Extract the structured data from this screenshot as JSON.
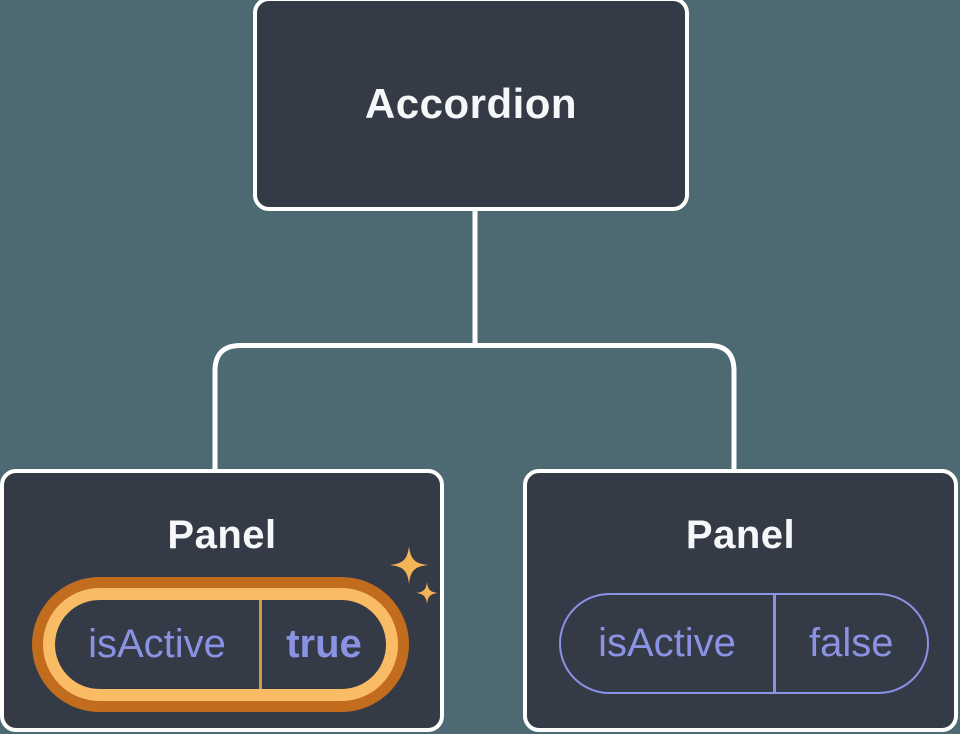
{
  "diagram": {
    "root": {
      "label": "Accordion"
    },
    "children": [
      {
        "title": "Panel",
        "state": {
          "name": "isActive",
          "value": "true"
        },
        "highlighted": true,
        "icon": "sparkle-icon"
      },
      {
        "title": "Panel",
        "state": {
          "name": "isActive",
          "value": "false"
        },
        "highlighted": false
      }
    ]
  },
  "icons": {
    "sparkle": {
      "name": "sparkle-icon",
      "glyph": "✦"
    }
  },
  "colors": {
    "background_color": "#4d6972",
    "node_fill": "#343a46",
    "node_border": "#ffffff",
    "connector_color": "#ffffff",
    "title_text": "#f6f7f9",
    "state_text": "#8a92e3",
    "state_border": "#8a92e3",
    "highlight_ring_outer": "#c26d1d",
    "highlight_ring_inner": "#f9bc64",
    "highlight_divider": "#d49a45",
    "sparkle_color": "#f5b455"
  }
}
